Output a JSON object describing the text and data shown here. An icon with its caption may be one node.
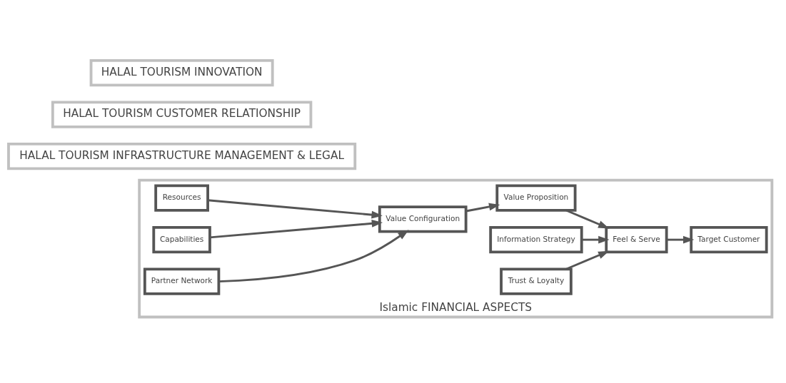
{
  "diagram": {
    "nodes": [
      {
        "text": [
          "Islamic FINANCIAL ASPECTS"
        ]
      },
      {
        "text": [
          "HALAL TOURISM INFRASTRUCTURE MANAGEMENT & LEGAL"
        ]
      },
      {
        "text": [
          "HALAL TOURISM CUSTOMER RELATIONSHIP"
        ]
      },
      {
        "text": [
          "HALAL TOURISM INNOVATION"
        ]
      },
      {
        "text": [
          "Resources"
        ],
        "in": 0
      },
      {
        "text": [
          "Capabilities"
        ],
        "in": 0
      },
      {
        "text": [
          "Value Configuration"
        ],
        "in": 0
      },
      {
        "text": [
          "Partner Network"
        ],
        "in": 0
      },
      {
        "text": [
          "Value Proposition"
        ],
        "in": 0
      },
      {
        "text": [
          "Information Strategy"
        ],
        "in": 0
      },
      {
        "text": [
          "Feel & Serve"
        ],
        "in": 0
      },
      {
        "text": [
          "Trust & Loyalty"
        ],
        "in": 0
      },
      {
        "text": [
          "Target Customer"
        ],
        "in": 0
      }
    ],
    "edges": [
      {
        "from": 5,
        "to": 6,
        "arrow": "to"
      },
      {
        "from": 4,
        "to": 6,
        "arrow": "to"
      },
      {
        "from": 7,
        "to": 6,
        "arrow": "to"
      },
      {
        "from": 6,
        "to": 8,
        "arrow": "to"
      },
      {
        "from": 8,
        "to": 10,
        "arrow": "to"
      },
      {
        "from": 9,
        "to": 10,
        "arrow": "to"
      },
      {
        "from": 11,
        "to": 10,
        "arrow": "to"
      },
      {
        "from": 10,
        "to": 12,
        "arrow": "to"
      }
    ]
  }
}
